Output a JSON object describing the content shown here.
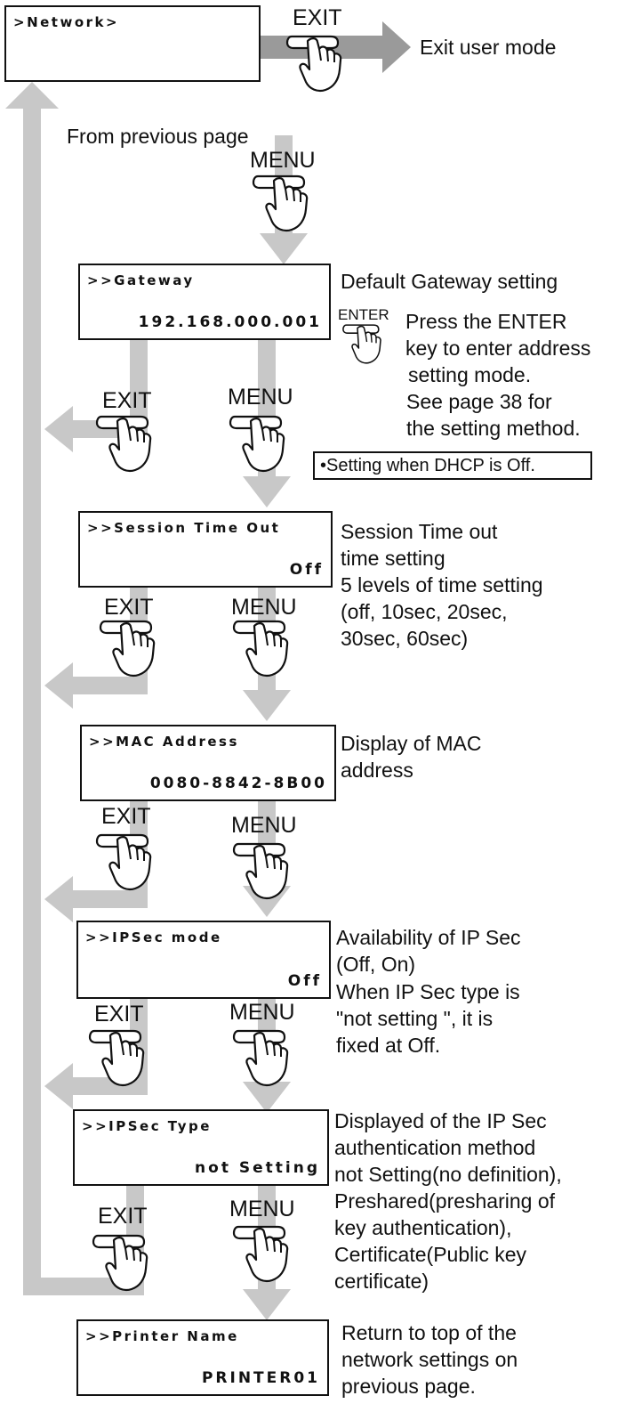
{
  "top": {
    "lcd_line1": ">Network>",
    "exit_key": "EXIT",
    "exit_text": "Exit user mode",
    "from_prev": "From previous page",
    "menu_key": "MENU"
  },
  "gateway": {
    "lcd_line1": ">>Gateway",
    "lcd_line2": "192.168.000.001",
    "desc": "Default Gateway  setting",
    "enter_key": "ENTER",
    "press_lines": [
      "Press the ENTER",
      "key to enter address",
      "setting mode.",
      "See page 38 for",
      "the setting method."
    ],
    "exit_key": "EXIT",
    "menu_key": "MENU",
    "note": "•Setting when DHCP is Off."
  },
  "session": {
    "lcd_line1": ">>Session Time Out",
    "lcd_line2": "Off",
    "desc_lines": [
      "Session Time out",
      "time setting",
      "5 levels of time setting",
      " (off, 10sec, 20sec,",
      " 30sec, 60sec)"
    ],
    "exit_key": "EXIT",
    "menu_key": "MENU"
  },
  "mac": {
    "lcd_line1": ">>MAC Address",
    "lcd_line2": "0080-8842-8B00",
    "desc_lines": [
      "Display of MAC",
      "address"
    ],
    "exit_key": "EXIT",
    "menu_key": "MENU"
  },
  "ipsec_mode": {
    "lcd_line1": ">>IPSec mode",
    "lcd_line2": "Off",
    "desc_lines": [
      "Availability of IP Sec",
      "(Off, On)",
      " When IP Sec type is",
      " \"not setting \", it is",
      " fixed at Off."
    ],
    "exit_key": "EXIT",
    "menu_key": "MENU"
  },
  "ipsec_type": {
    "lcd_line1": ">>IPSec Type",
    "lcd_line2": "not Setting",
    "desc_lines": [
      "Displayed of the IP Sec",
      "authentication method",
      "not Setting(no definition),",
      "Preshared(presharing of",
      "key authentication),",
      "Certificate(Public key",
      "certificate)"
    ],
    "exit_key": "EXIT",
    "menu_key": "MENU"
  },
  "printer": {
    "lcd_line1": ">>Printer Name",
    "lcd_line2": "PRINTER01",
    "desc_lines": [
      "Return to  top of the",
      "network settings on",
      "previous page."
    ]
  },
  "colors": {
    "arrow": "#c8c8c8",
    "arrow_dark": "#9a9a9a",
    "line": "#111111"
  },
  "icons": [
    "pressing-hand-icon",
    "down-arrow-icon",
    "left-arrow-icon",
    "up-arrow-icon",
    "right-arrow-icon"
  ]
}
